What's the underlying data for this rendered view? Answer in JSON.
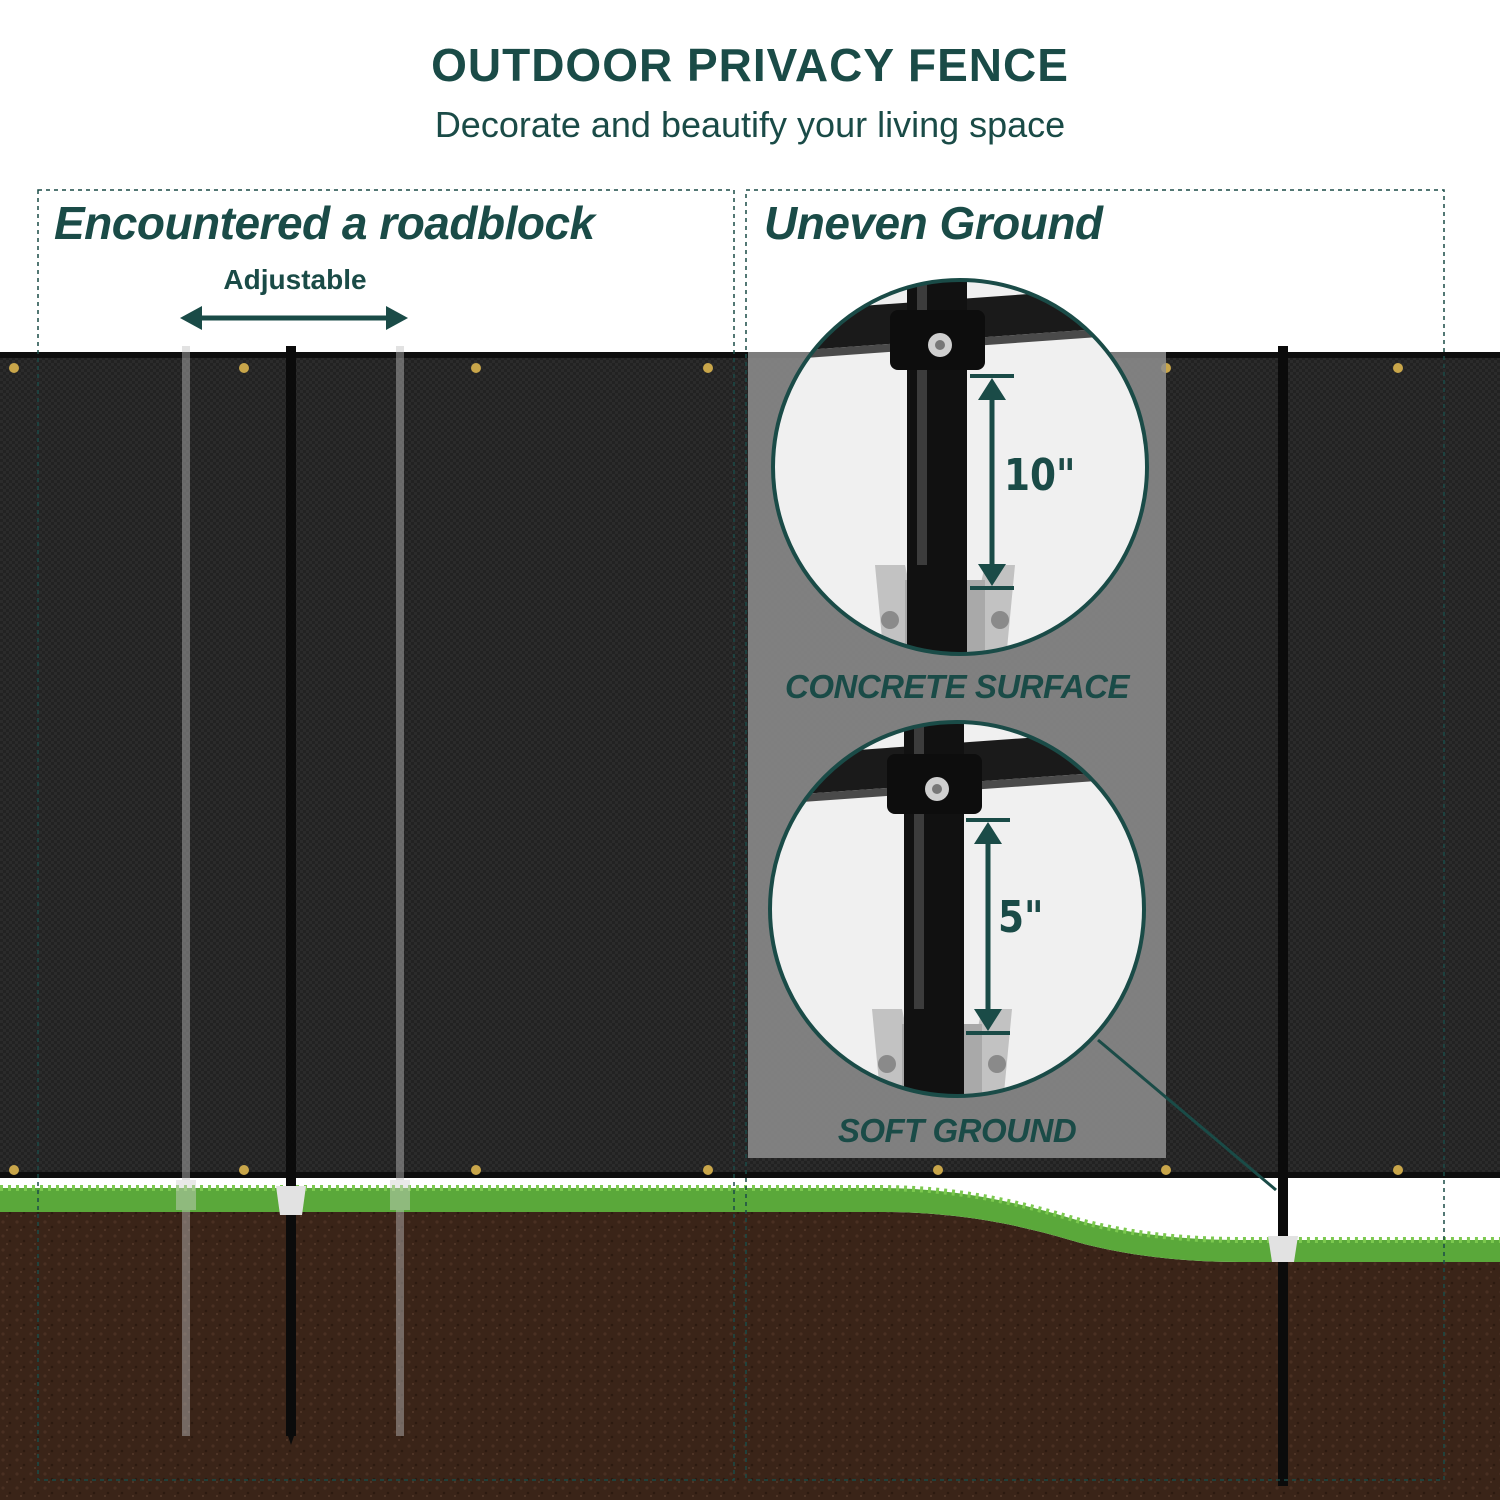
{
  "header": {
    "title": "OUTDOOR PRIVACY FENCE",
    "subtitle": "Decorate and beautify your living space"
  },
  "left_section": {
    "title": "Encountered a roadblock",
    "adjustable_label": "Adjustable"
  },
  "right_section": {
    "title": "Uneven Ground",
    "details": [
      {
        "measurement": "10\"",
        "caption": "CONCRETE SURFACE"
      },
      {
        "measurement": "5\"",
        "caption": "SOFT GROUND"
      }
    ]
  },
  "colors": {
    "accent": "#1a4b47",
    "fence": "#1e1e1e",
    "grass": "#5aa83a",
    "soil": "#3a2418",
    "overlay": "#8f8f8f"
  }
}
